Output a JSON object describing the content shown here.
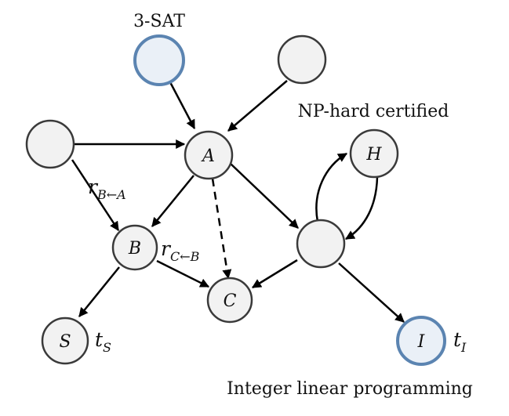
{
  "nodes": {
    "A": {
      "label": "A"
    },
    "B": {
      "label": "B"
    },
    "C": {
      "label": "C"
    },
    "H": {
      "label": "H"
    },
    "I": {
      "label": "I"
    },
    "S": {
      "label": "S"
    },
    "P": {
      "label": ""
    },
    "Q": {
      "label": ""
    },
    "L": {
      "label": ""
    },
    "M": {
      "label": ""
    }
  },
  "captions": {
    "top": "3-SAT",
    "np_hard": "NP-hard certified",
    "bottom": "Integer linear programming"
  },
  "edge_labels": {
    "r_ba": {
      "main": "r",
      "sub": "B←A"
    },
    "r_cb": {
      "main": "r",
      "sub": "C←B"
    }
  },
  "node_labels": {
    "t_s": {
      "main": "t",
      "sub": "S"
    },
    "t_i": {
      "main": "t",
      "sub": "I"
    }
  },
  "colors": {
    "highlight_stroke": "#5b84b1",
    "highlight_fill": "#eaf0f7",
    "node_fill": "#f2f2f2",
    "node_stroke": "#3a3a3a"
  }
}
